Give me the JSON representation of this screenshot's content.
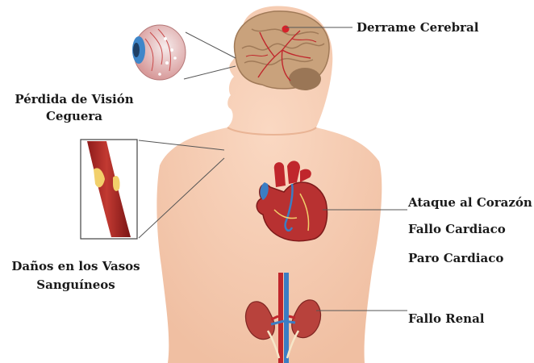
{
  "labels": {
    "stroke": "Derrame Cerebral",
    "vision_line1": "Pérdida de Visión",
    "vision_line2": "Ceguera",
    "heart_attack": "Ataque al Corazón",
    "heart_failure": "Fallo Cardiaco",
    "cardiac_arrest": "Paro Cardiaco",
    "vessels_line1": "Daños en los Vasos",
    "vessels_line2": "Sanguíneos",
    "kidney_failure": "Fallo Renal"
  },
  "colors": {
    "skin": "#f6cdb3",
    "skin_shadow": "#efbfa3",
    "brain": "#c7a07a",
    "cerebellum": "#9a7656",
    "artery": "#c0262c",
    "vein": "#3b7dc4",
    "kidney": "#b8423c",
    "eye_iris": "#3f86c9",
    "plaque": "#f2d06b",
    "leader_line": "#555555",
    "label_text": "#1a1a1a"
  }
}
